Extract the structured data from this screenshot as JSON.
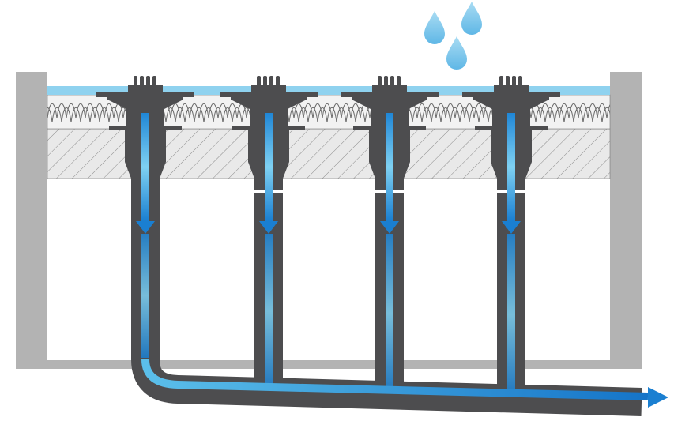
{
  "diagram": {
    "drains": [
      {
        "id": "drain-1"
      },
      {
        "id": "drain-2"
      },
      {
        "id": "drain-3"
      },
      {
        "id": "drain-4"
      }
    ],
    "colors": {
      "background": "#ffffff",
      "room_wall": "#e6e6e6",
      "room_frame": "#b3b3b3",
      "water_layer": "#8fd2ef",
      "insulation_fill": "#f2f2f2",
      "insulation_line": "#6d6d6d",
      "concrete_fill": "#e9e9e9",
      "concrete_hatch": "#7a7a7a",
      "pipe": "#4d4d4f",
      "flow_arrow_start": "#69c7ee",
      "flow_arrow_end": "#1a7fd1",
      "rain_drop": "#7dc5ea"
    },
    "icons": [
      "rain-drop-icon",
      "flow-arrow-icon",
      "roof-drain-icon"
    ]
  }
}
